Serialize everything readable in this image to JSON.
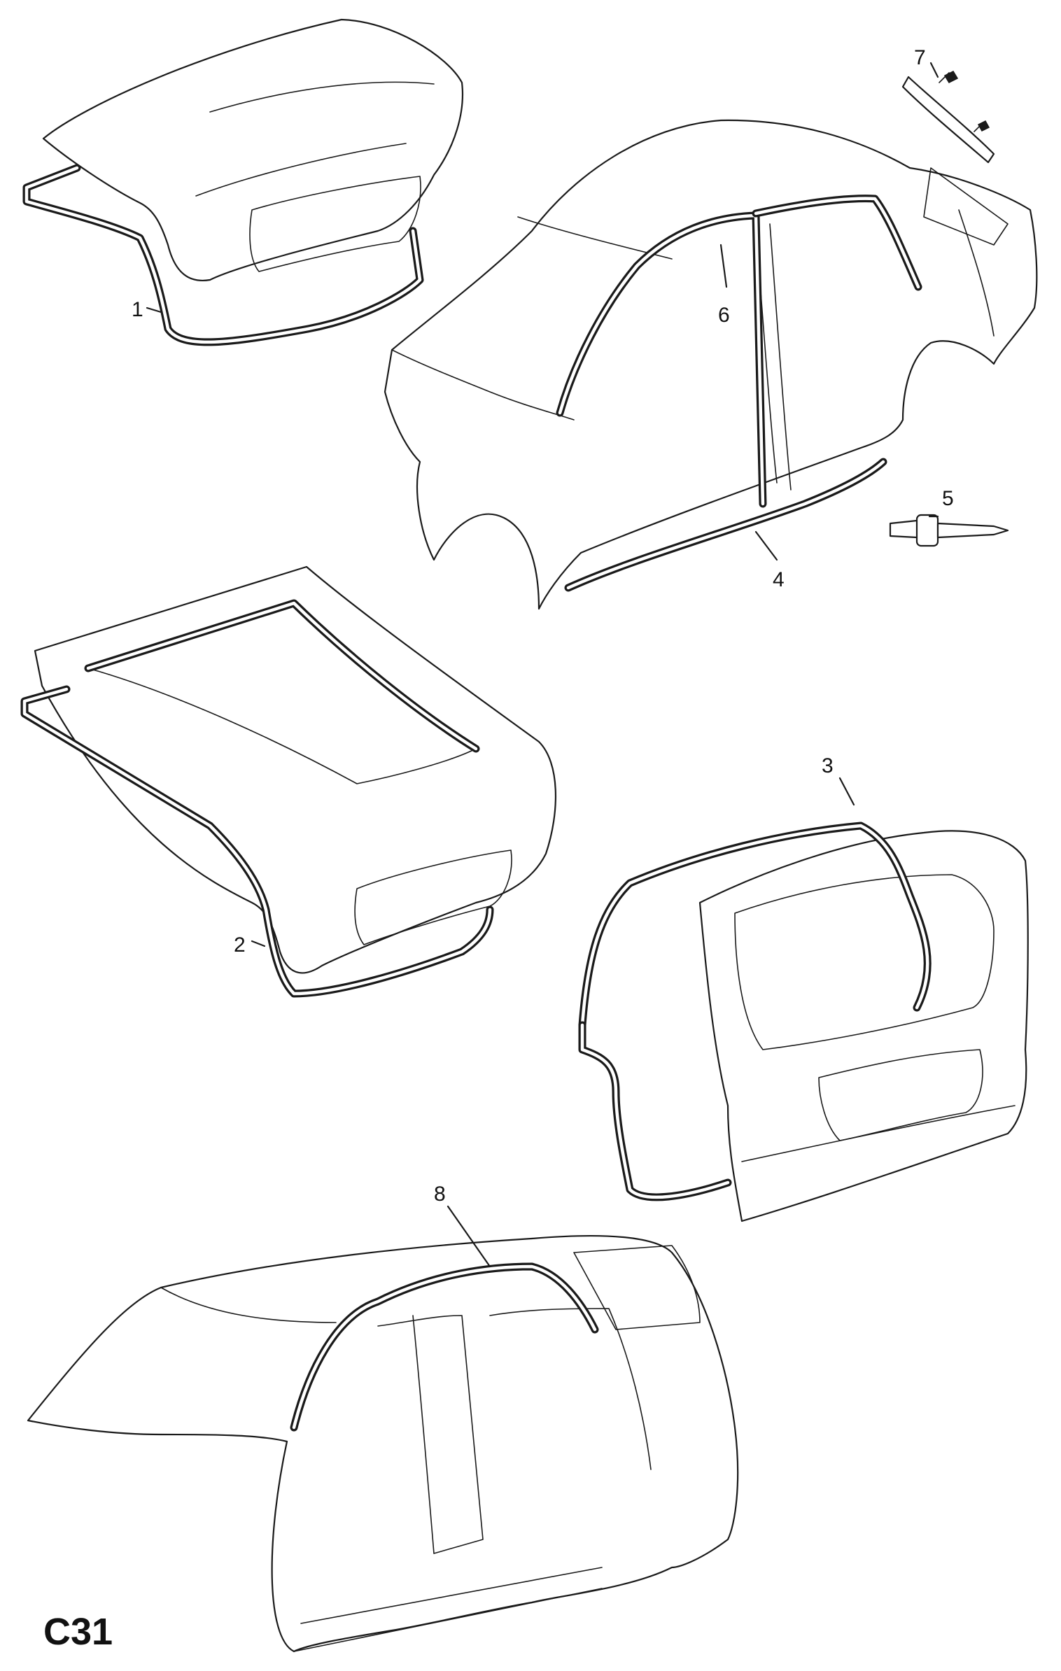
{
  "diagram": {
    "code": "C31",
    "callouts": [
      {
        "id": "1",
        "label": "1"
      },
      {
        "id": "2",
        "label": "2"
      },
      {
        "id": "3",
        "label": "3"
      },
      {
        "id": "4",
        "label": "4"
      },
      {
        "id": "5",
        "label": "5"
      },
      {
        "id": "6",
        "label": "6"
      },
      {
        "id": "7",
        "label": "7"
      },
      {
        "id": "8",
        "label": "8"
      }
    ]
  }
}
